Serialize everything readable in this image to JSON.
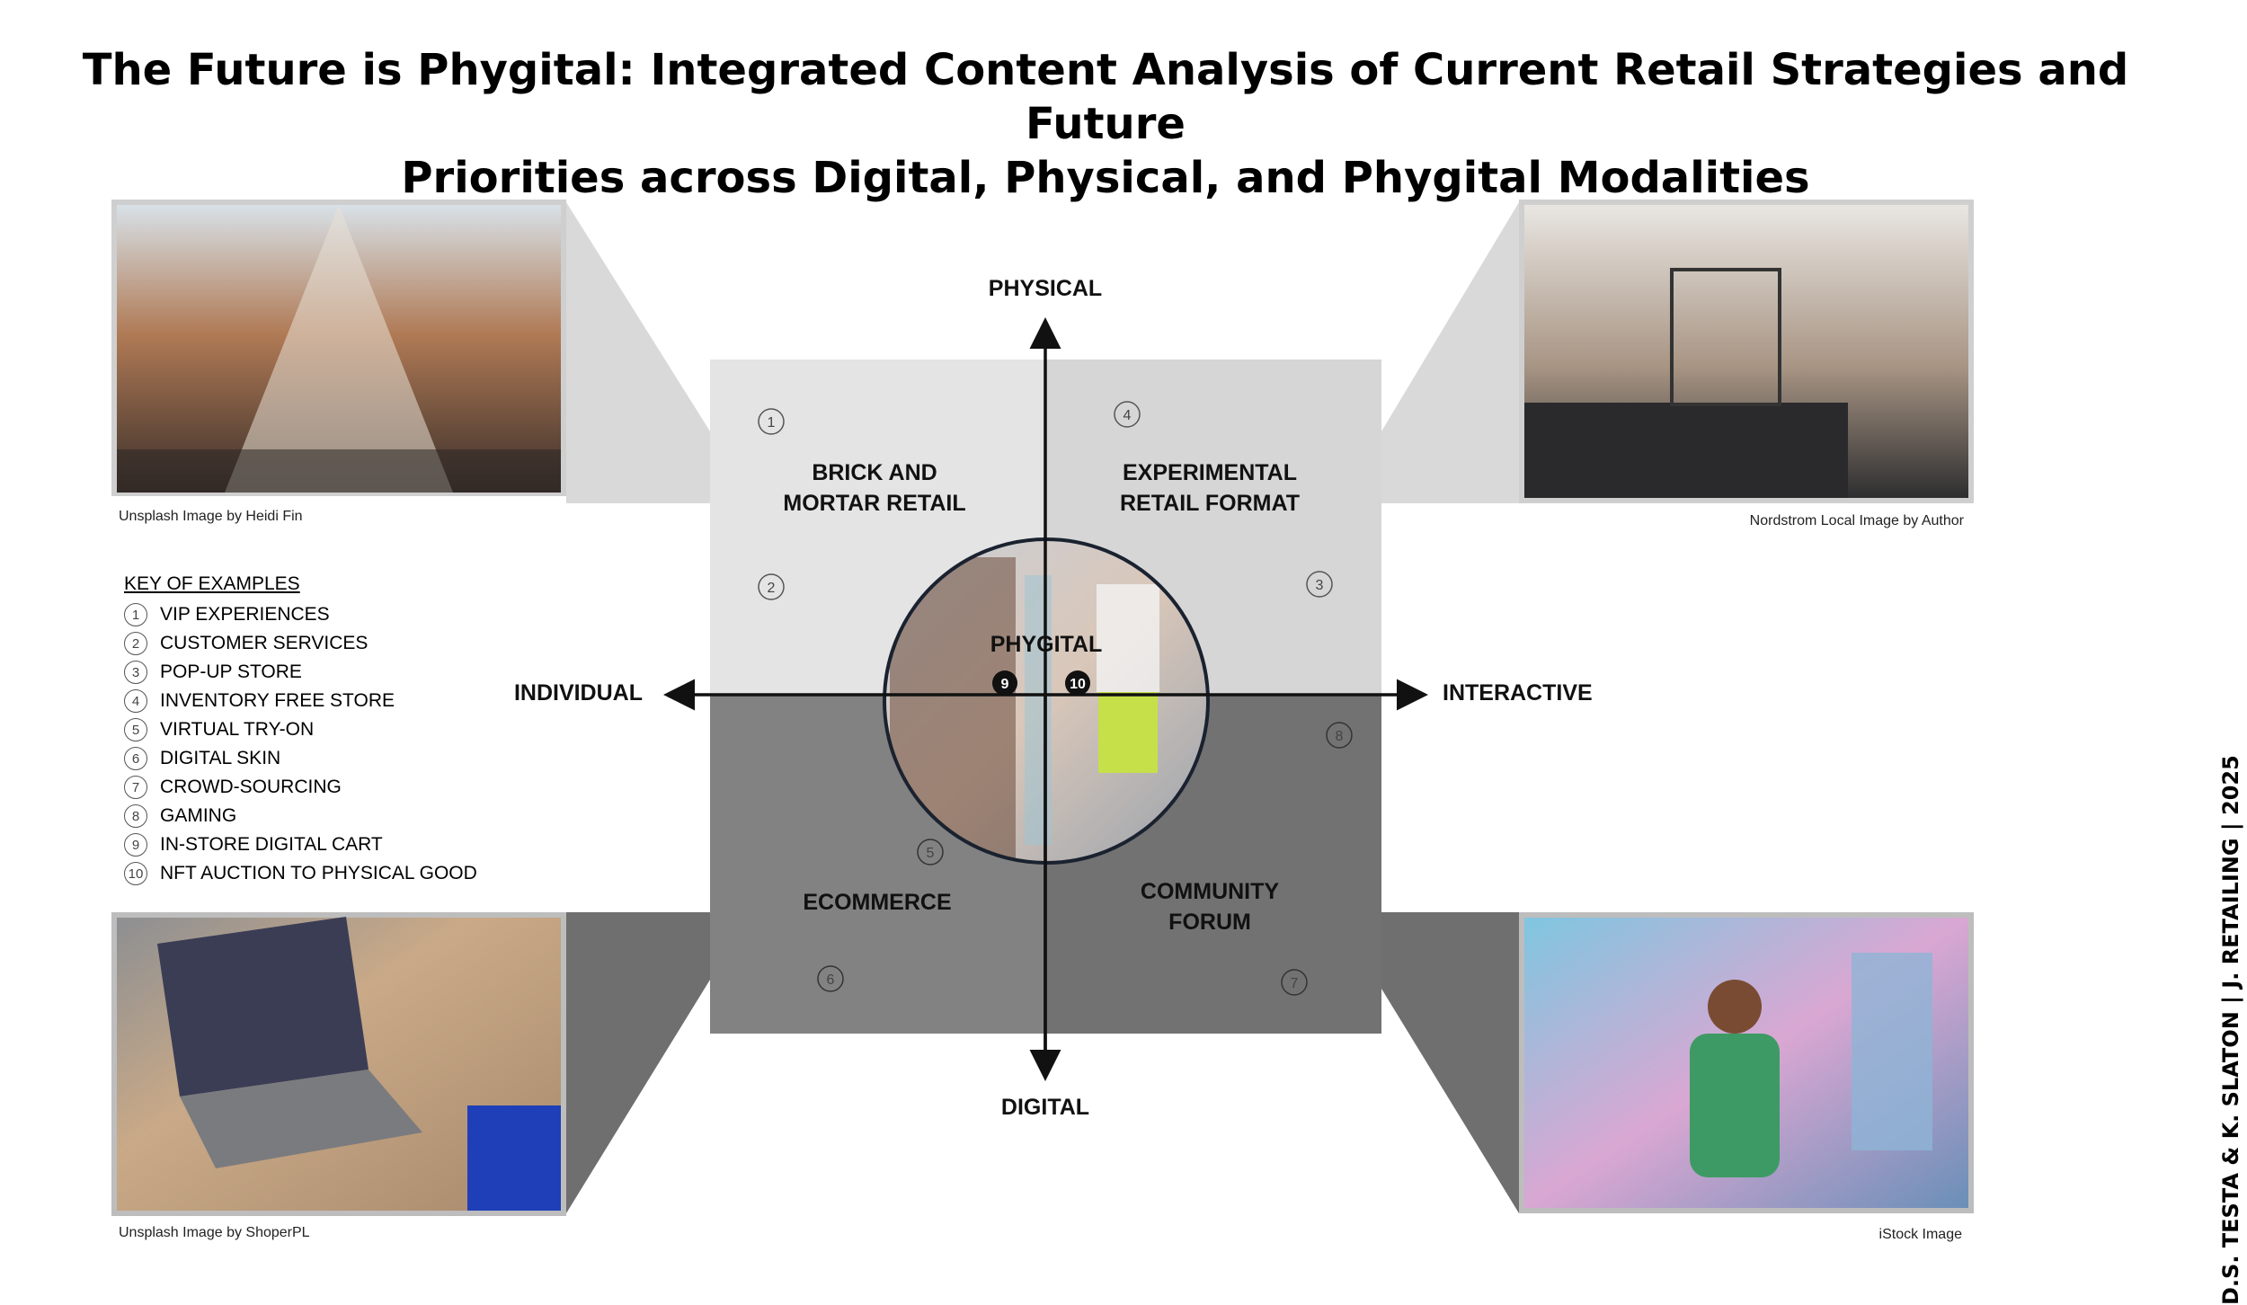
{
  "title_line1": "The Future is Phygital: Integrated Content Analysis of Current Retail Strategies and Future",
  "title_line2": "Priorities across Digital, Physical, and Phygital Modalities",
  "axes": {
    "top": "PHYSICAL",
    "bottom": "DIGITAL",
    "left": "INDIVIDUAL",
    "right": "INTERACTIVE"
  },
  "quadrants": {
    "top_left": [
      "BRICK AND",
      "MORTAR RETAIL"
    ],
    "top_right": [
      "EXPERIMENTAL",
      "RETAIL FORMAT"
    ],
    "bottom_left": [
      "ECOMMERCE"
    ],
    "bottom_right": [
      "COMMUNITY",
      "FORUM"
    ],
    "center": "PHYGITAL"
  },
  "markers": [
    "1",
    "2",
    "3",
    "4",
    "5",
    "6",
    "7",
    "8",
    "9",
    "10"
  ],
  "key": {
    "title": "KEY OF EXAMPLES",
    "items": [
      {
        "num": "1",
        "label": "VIP EXPERIENCES"
      },
      {
        "num": "2",
        "label": "CUSTOMER SERVICES"
      },
      {
        "num": "3",
        "label": "POP-UP STORE"
      },
      {
        "num": "4",
        "label": "INVENTORY FREE STORE"
      },
      {
        "num": "5",
        "label": "VIRTUAL TRY-ON"
      },
      {
        "num": "6",
        "label": "DIGITAL SKIN"
      },
      {
        "num": "7",
        "label": "CROWD-SOURCING"
      },
      {
        "num": "8",
        "label": "GAMING"
      },
      {
        "num": "9",
        "label": "IN-STORE DIGITAL CART"
      },
      {
        "num": "10",
        "label": "NFT AUCTION TO PHYSICAL GOOD"
      }
    ]
  },
  "credits": {
    "top_left": "Unsplash Image by Heidi Fin",
    "top_right": "Nordstrom Local Image by Author",
    "bottom_left": "Unsplash Image by ShoperPL",
    "bottom_right": "iStock Image"
  },
  "vertical_credit": "D.S. TESTA & K. SLATON | J. RETAILING | 2025",
  "colors": {
    "light_quadrant": "#e3e3e3",
    "dark_quadrant": "#7a7a7a",
    "light_wedge": "#dadada",
    "dark_wedge": "#6f6f6f",
    "axis": "#111111"
  }
}
